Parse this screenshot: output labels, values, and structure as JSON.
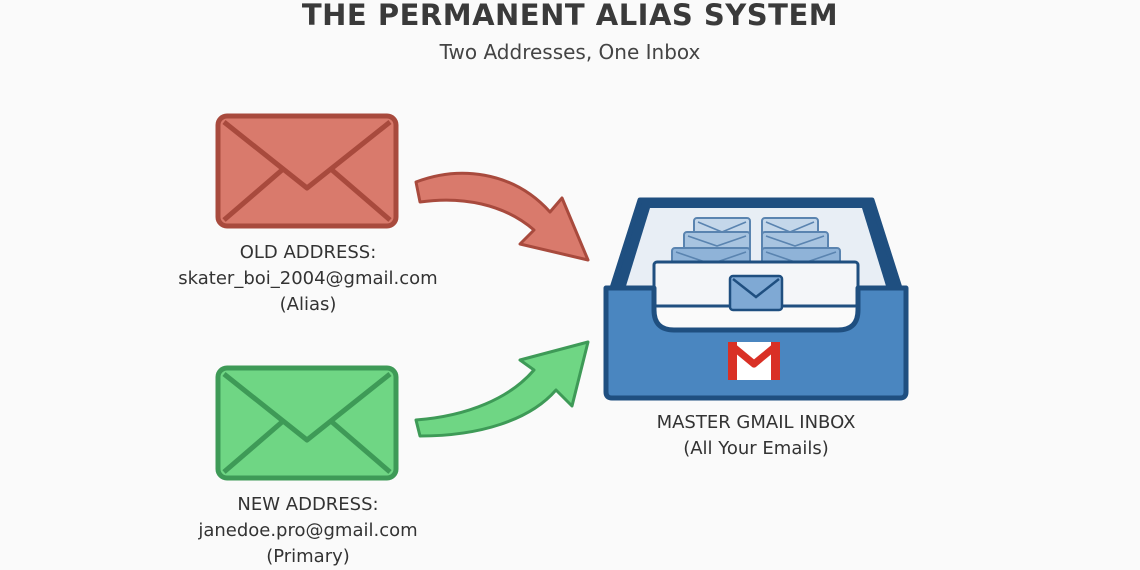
{
  "header": {
    "title": "THE PERMANENT ALIAS SYSTEM",
    "subtitle": "Two Addresses, One Inbox"
  },
  "old_address": {
    "heading": "OLD ADDRESS:",
    "email": "skater_boi_2004@gmail.com",
    "role": "(Alias)",
    "icon": "envelope-icon",
    "fill_color": "#d97a6c",
    "stroke_color": "#a84a3d"
  },
  "new_address": {
    "heading": "NEW ADDRESS:",
    "email": "janedoe.pro@gmail.com",
    "role": "(Primary)",
    "icon": "envelope-icon",
    "fill_color": "#6fd684",
    "stroke_color": "#3e9a57"
  },
  "inbox": {
    "heading": "MASTER GMAIL INBOX",
    "caption": "(All Your Emails)",
    "icon": "inbox-tray-icon",
    "fill_color": "#4a86c0",
    "stroke_color": "#1f4f80"
  },
  "arrows": {
    "old_arrow_color": "#d97a6c",
    "new_arrow_color": "#6fd684"
  }
}
